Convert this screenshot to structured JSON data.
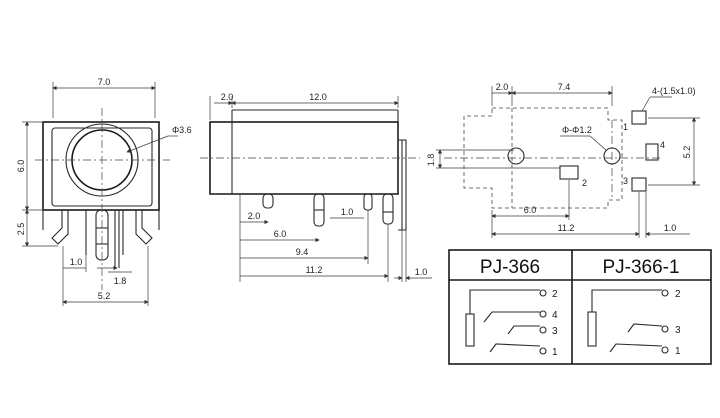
{
  "front_view": {
    "width": "7.0",
    "height": "6.0",
    "pin_height": "2.5",
    "hole_diameter": "Φ3.6",
    "pin_pitch": "1.0",
    "pin_offset": "1.8",
    "pin_span": "5.2"
  },
  "side_view": {
    "front_depth": "2.0",
    "body_length": "12.0",
    "pin_dims": [
      "2.0",
      "1.0",
      "6.0",
      "9.4",
      "11.2"
    ],
    "pin_thickness": "1.0"
  },
  "footprint": {
    "top_left": "2.0",
    "top_span": "7.4",
    "pad_note": "4-(1.5x1.0)",
    "hole_note": "Φ-Φ1.2",
    "left_height": "1.8",
    "right_height": "5.2",
    "bottom_inner": "6.0",
    "bottom_total": "11.2",
    "bottom_right": "1.0",
    "pad_labels": [
      "1",
      "2",
      "3",
      "4"
    ]
  },
  "table": {
    "model_a": "PJ-366",
    "model_b": "PJ-366-1",
    "a_pins": [
      "2",
      "4",
      "3",
      "1"
    ],
    "b_pins": [
      "2",
      "3",
      "1"
    ]
  }
}
